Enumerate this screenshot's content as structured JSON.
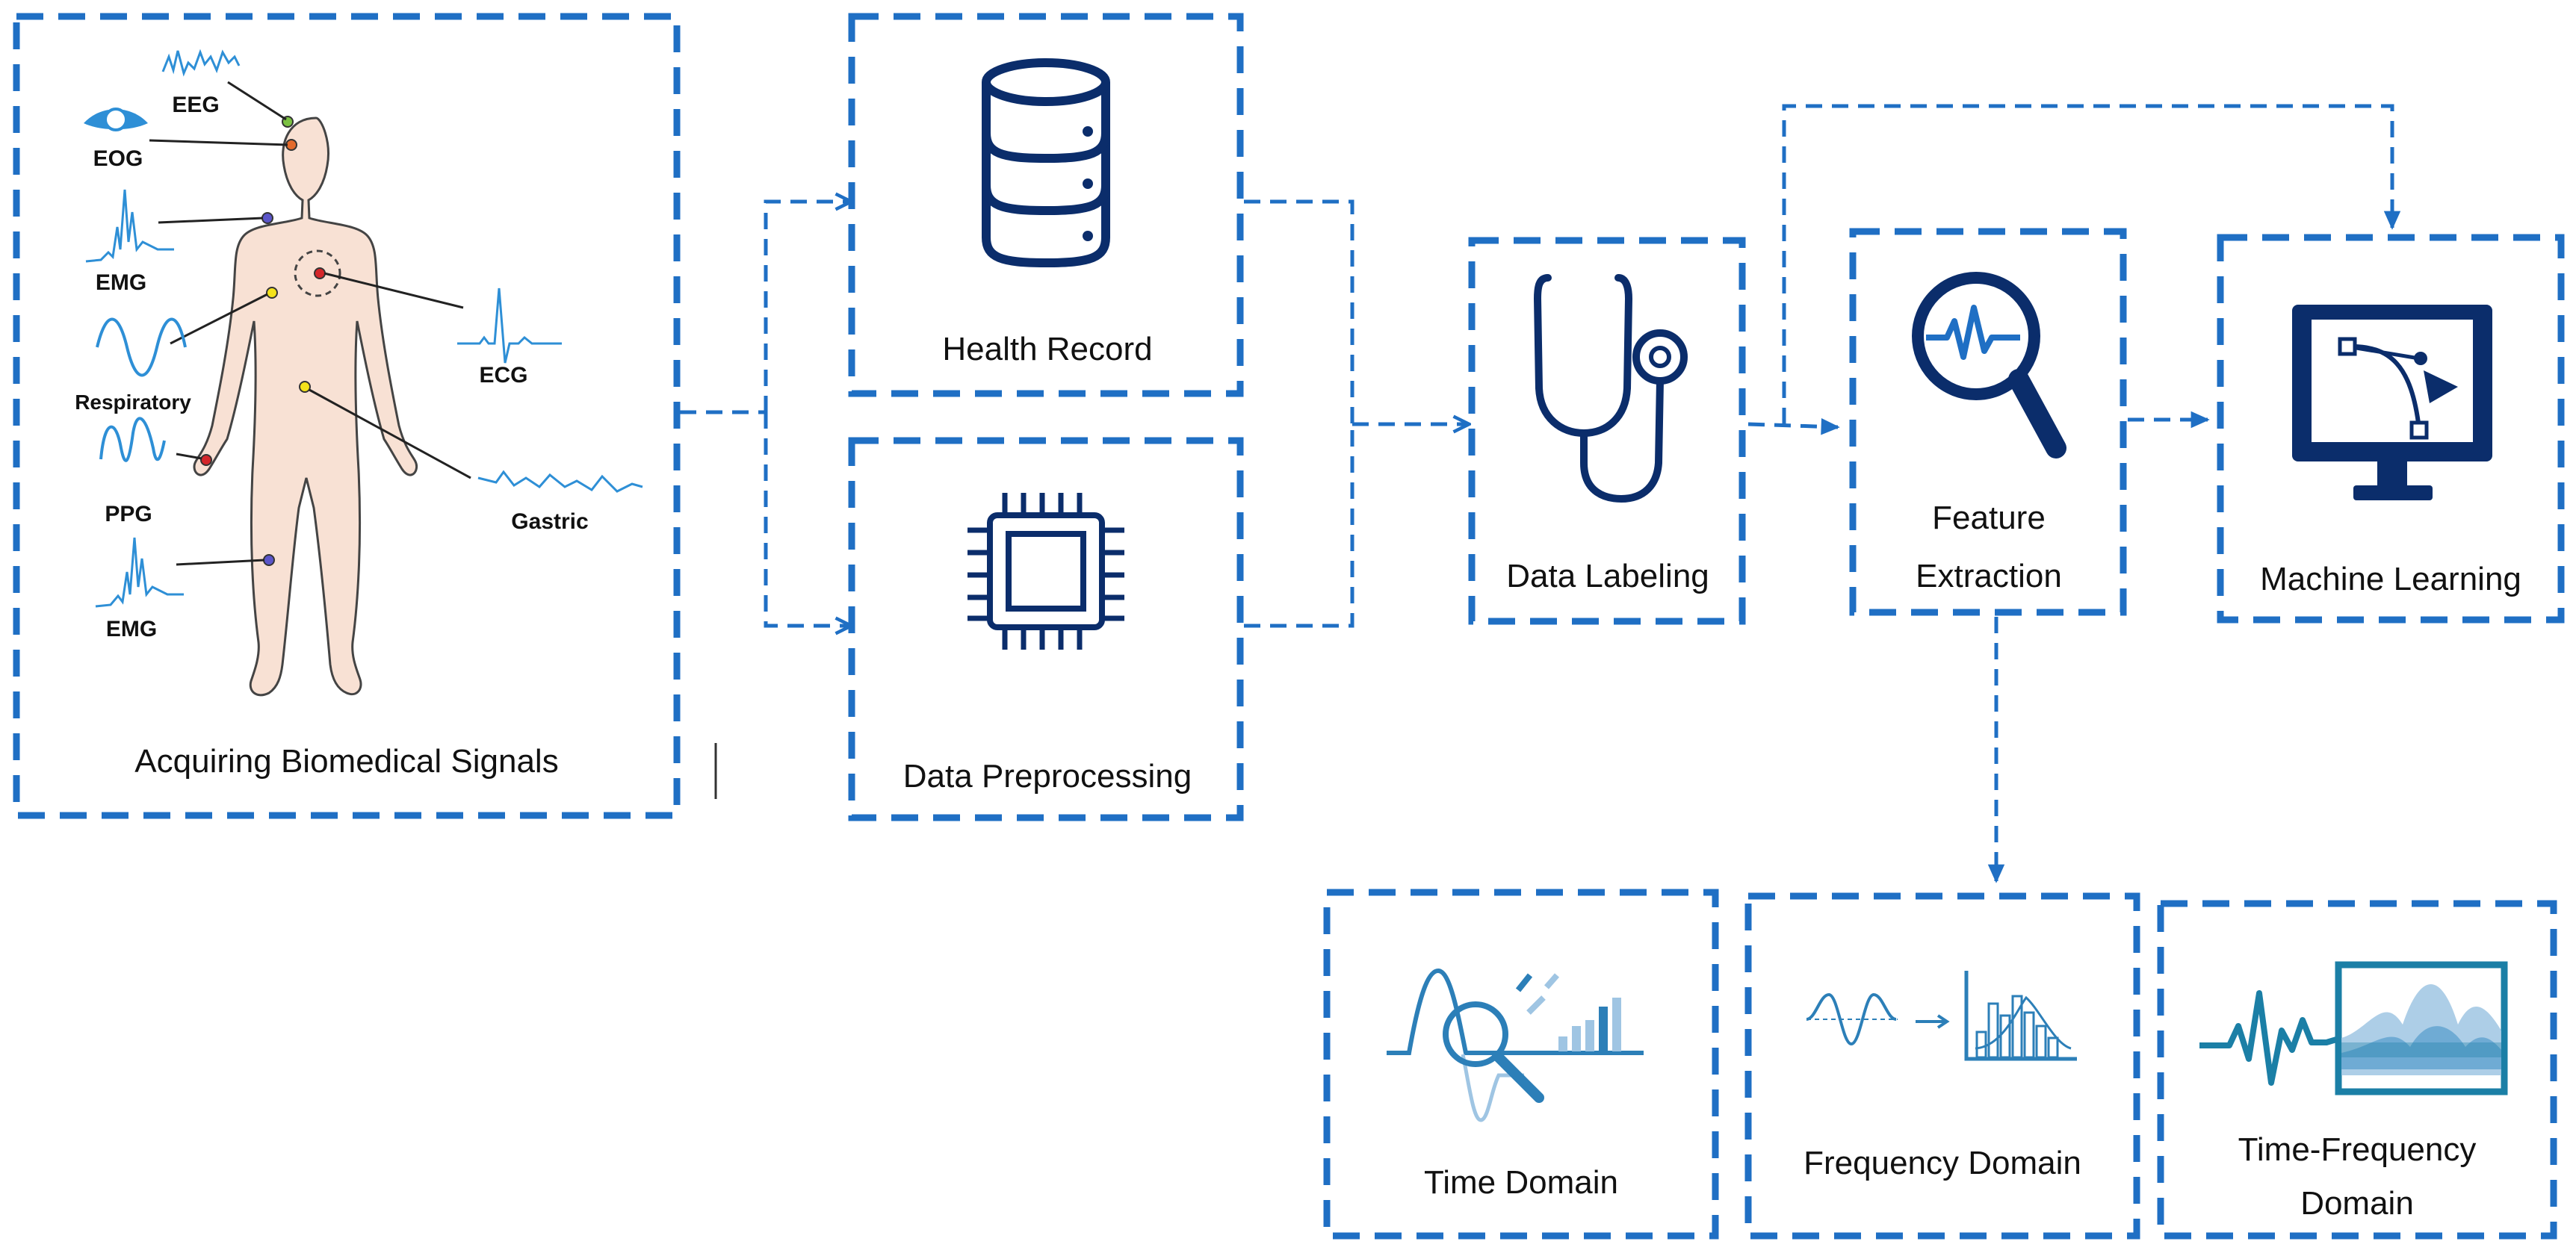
{
  "colors": {
    "accent": "#1f6fc4",
    "navy": "#0b2d6b",
    "skin": "#f8e1d4",
    "signal": "#2e8fd6",
    "teal": "#1b7fa6"
  },
  "boxes": {
    "acquiring": "Acquiring Biomedical Signals",
    "health_record": "Health Record",
    "preprocessing": "Data Preprocessing",
    "labeling": "Data Labeling",
    "feature_1": "Feature",
    "feature_2": "Extraction",
    "ml": "Machine Learning",
    "time": "Time Domain",
    "freq": "Frequency Domain",
    "tf_1": "Time-Frequency",
    "tf_2": "Domain"
  },
  "signals": {
    "eeg": "EEG",
    "eog": "EOG",
    "emg_top": "EMG",
    "respiratory": "Respiratory",
    "ppg": "PPG",
    "emg_bottom": "EMG",
    "ecg": "ECG",
    "gastric": "Gastric"
  },
  "icons": [
    "human-body-icon",
    "database-icon",
    "chip-icon",
    "stethoscope-icon",
    "magnifier-waveform-icon",
    "monitor-vector-icon",
    "time-domain-icon",
    "frequency-domain-icon",
    "time-frequency-icon"
  ]
}
